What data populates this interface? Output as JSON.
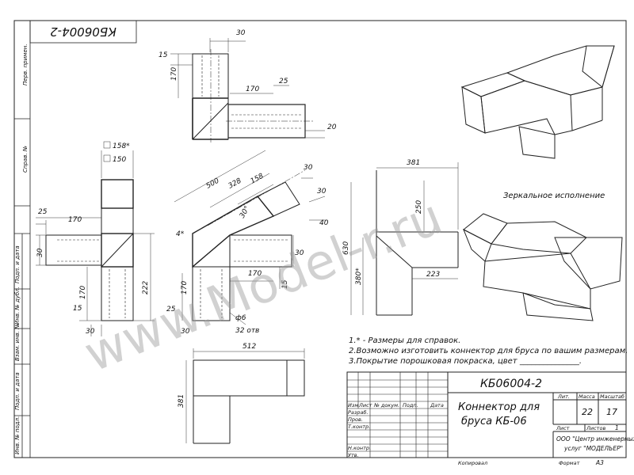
{
  "drawing": {
    "code": "КБ06004-2",
    "code_rotated": "КБ06004-2",
    "title_line1": "Коннектор для",
    "title_line2": "бруса КБ-06",
    "mirror_label": "Зеркальное исполнение",
    "watermark": "www.Model-r.ru"
  },
  "notes": [
    "1.* - Размеры для справок.",
    "2.Возможно изготовить коннектор для бруса по вашим размерам.",
    "3.Покрытие порошковая покраска, цвет _______________."
  ],
  "side_stamps": [
    "Перв. примен.",
    "Справ. №",
    "Подп. и дата",
    "Инв. № дубл.",
    "Взам. инв. №",
    "Подп. и дата",
    "Инв. № подл."
  ],
  "title_block": {
    "rev_headers": [
      "Изм",
      "Лист",
      "№ докум.",
      "Подп.",
      "Дата"
    ],
    "roles": [
      "Разраб.",
      "Пров.",
      "Т.контр.",
      "",
      "Н.контр.",
      "Утв."
    ],
    "lit_label": "Лит.",
    "mass_label": "Масса",
    "scale_label": "Масштаб",
    "mass_value": "22",
    "scale_value": "17",
    "sheet_label": "Лист",
    "sheets_label": "Листов",
    "sheets_value": "1",
    "org_line1": "ООО \"Центр инженерных",
    "org_line2": "услуг \"МОДЕЛЬЕР\"",
    "copied_label": "Копировал",
    "format_label": "Формат",
    "format_value": "А3"
  },
  "dimensions": {
    "top_view": [
      "30",
      "15",
      "170",
      "170",
      "25",
      "20"
    ],
    "front_view": [
      "158*",
      "150",
      "25",
      "170",
      "30",
      "170",
      "222",
      "15",
      "30"
    ],
    "angled_view": [
      "500",
      "328",
      "158",
      "30",
      "30",
      "40",
      "30°",
      "4*",
      "30",
      "15",
      "170",
      "170",
      "25",
      "30",
      "ф6",
      "32 отв"
    ],
    "side_view": [
      "381",
      "250",
      "630",
      "380*",
      "223"
    ],
    "bottom_view": [
      "512",
      "381"
    ]
  }
}
